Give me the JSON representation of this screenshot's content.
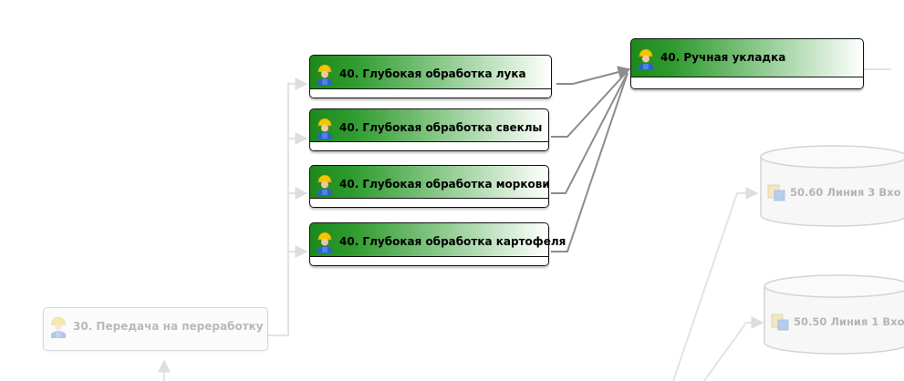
{
  "nodes": {
    "onion": "40. Глубокая обработка лука",
    "beet": "40. Глубокая обработка свеклы",
    "carrot": "40. Глубокая обработка моркови",
    "potato": "40. Глубокая обработка картофеля",
    "manual": "40. Ручная укладка",
    "transfer": "30. Передача на переработку"
  },
  "storages": {
    "line3": "50.60 Линия 3 Вхо",
    "line1": "50.50 Линия 1 Вхо"
  },
  "colors": {
    "node_green": "#1b8a1b",
    "edge_active": "#8c8c8c",
    "edge_faded": "#e3e3e3"
  },
  "icons": {
    "worker": "worker-icon",
    "storage": "boxes-icon"
  }
}
